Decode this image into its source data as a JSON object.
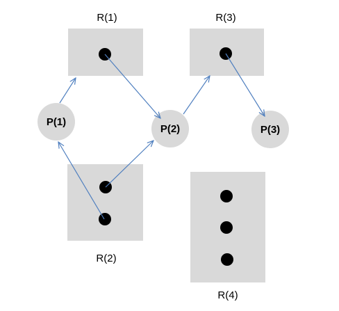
{
  "diagram": {
    "type": "resource-allocation-graph",
    "processes": [
      {
        "id": "P1",
        "label": "P(1)"
      },
      {
        "id": "P2",
        "label": "P(2)"
      },
      {
        "id": "P3",
        "label": "P(3)"
      }
    ],
    "resources": [
      {
        "id": "R1",
        "label": "R(1)",
        "instances": 1
      },
      {
        "id": "R2",
        "label": "R(2)",
        "instances": 2
      },
      {
        "id": "R3",
        "label": "R(3)",
        "instances": 1
      },
      {
        "id": "R4",
        "label": "R(4)",
        "instances": 3
      }
    ],
    "edges": [
      {
        "from": "P1",
        "to": "R1",
        "kind": "request"
      },
      {
        "from": "R1",
        "to": "P2",
        "kind": "assignment"
      },
      {
        "from": "P2",
        "to": "R3",
        "kind": "request"
      },
      {
        "from": "R3",
        "to": "P3",
        "kind": "assignment"
      },
      {
        "from": "R2",
        "to": "P1",
        "kind": "assignment"
      },
      {
        "from": "R2",
        "to": "P2",
        "kind": "assignment"
      }
    ],
    "colors": {
      "box": "#d9d9d9",
      "node": "#d9d9d9",
      "dot": "#000000",
      "arrow": "#4f7fbf"
    }
  }
}
